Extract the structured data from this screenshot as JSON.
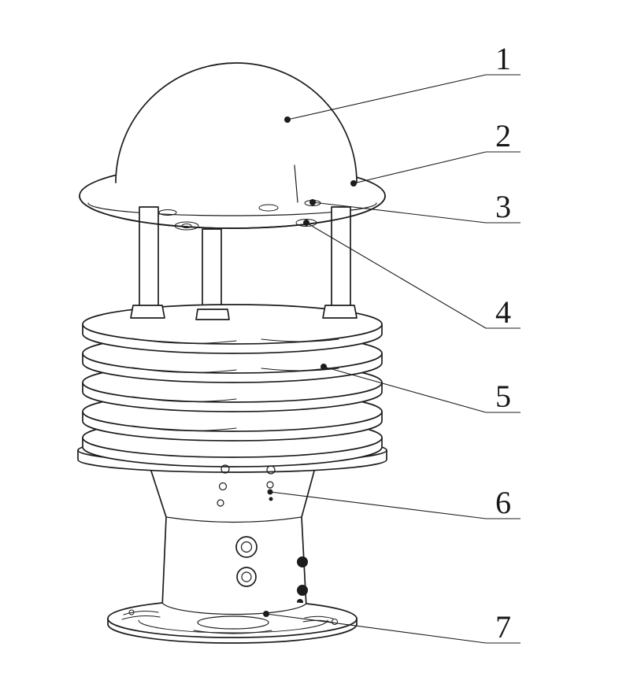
{
  "diagram": {
    "background_color": "#ffffff",
    "line_color": "#1c1c1c"
  },
  "callouts": [
    {
      "id": "callout-1",
      "text": "1"
    },
    {
      "id": "callout-2",
      "text": "2"
    },
    {
      "id": "callout-3",
      "text": "3"
    },
    {
      "id": "callout-4",
      "text": "4"
    },
    {
      "id": "callout-5",
      "text": "5"
    },
    {
      "id": "callout-6",
      "text": "6"
    },
    {
      "id": "callout-7",
      "text": "7"
    }
  ]
}
